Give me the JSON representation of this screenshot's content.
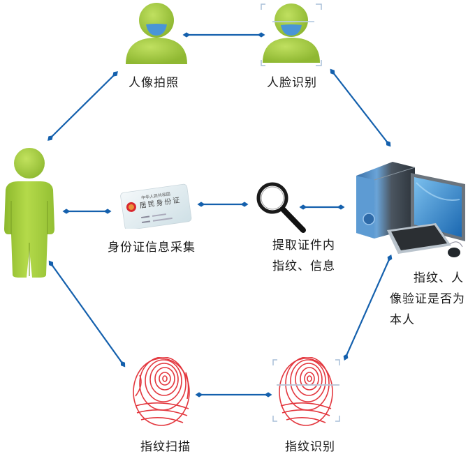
{
  "colors": {
    "connector": "#1460ad",
    "person_green": "#9cc63a",
    "face_blue": "#4a95d6",
    "fingerprint_red": "#e0222a",
    "scan_bracket": "#a9bfd8"
  },
  "nodes": {
    "person": {
      "icon": "person-icon"
    },
    "portrait_photo": {
      "icon": "avatar-icon",
      "label": "人像拍照"
    },
    "face_recognition": {
      "icon": "face-scan-icon",
      "label": "人脸识别"
    },
    "id_card_capture": {
      "icon": "id-card-icon",
      "label": "身份证信息采集",
      "card_text": {
        "country": "中华人民共和国",
        "title": "居民身份证"
      }
    },
    "extract_info": {
      "icon": "magnifier-icon",
      "label_lines": [
        "提取证件内",
        "指纹、信息"
      ]
    },
    "computer": {
      "icon": "computer-icon",
      "label_lines": [
        "指纹、人",
        "像验证是否为",
        "本人"
      ]
    },
    "fingerprint_scan": {
      "icon": "fingerprint-icon",
      "label": "指纹扫描"
    },
    "fingerprint_recognition": {
      "icon": "fingerprint-scan-icon",
      "label": "指纹识别"
    }
  },
  "connections": [
    {
      "from": "person",
      "to": "portrait_photo"
    },
    {
      "from": "portrait_photo",
      "to": "face_recognition"
    },
    {
      "from": "face_recognition",
      "to": "computer"
    },
    {
      "from": "person",
      "to": "id_card_capture"
    },
    {
      "from": "id_card_capture",
      "to": "extract_info"
    },
    {
      "from": "extract_info",
      "to": "computer"
    },
    {
      "from": "person",
      "to": "fingerprint_scan"
    },
    {
      "from": "fingerprint_scan",
      "to": "fingerprint_recognition"
    },
    {
      "from": "fingerprint_recognition",
      "to": "computer"
    }
  ]
}
